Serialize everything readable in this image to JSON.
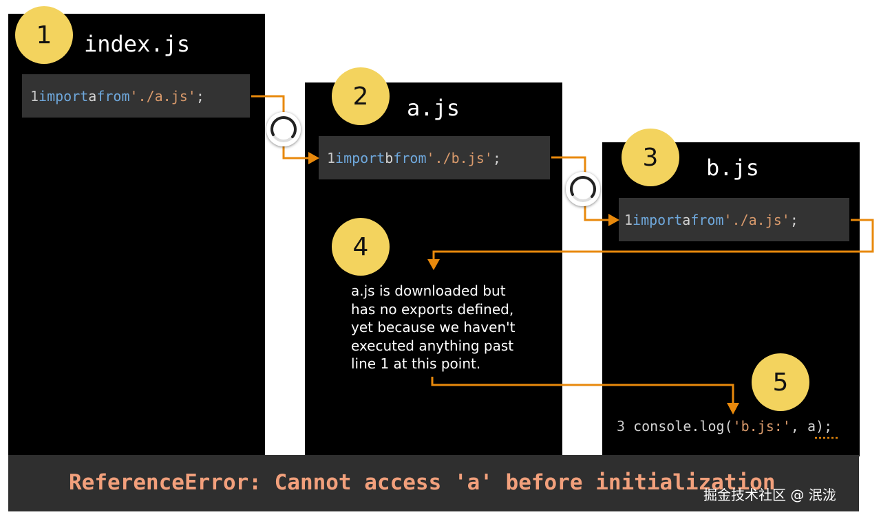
{
  "steps": {
    "s1": "1",
    "s2": "2",
    "s3": "3",
    "s4": "4",
    "s5": "5"
  },
  "files": {
    "index": {
      "title": "index.js",
      "line_no": "1",
      "kw_import": "import",
      "ident": "a",
      "kw_from": "from",
      "path": "'./a.js'",
      "semi": ";"
    },
    "a": {
      "title": "a.js",
      "line_no": "1",
      "kw_import": "import",
      "ident": "b",
      "kw_from": "from",
      "path": "'./b.js'",
      "semi": ";"
    },
    "b": {
      "title": "b.js",
      "line_no": "1",
      "kw_import": "import",
      "ident": "a",
      "kw_from": "from",
      "path": "'./a.js'",
      "semi": ";",
      "line3": {
        "line_no": "3",
        "call": "console.log(",
        "str": "'b.js:'",
        "sep": ", ",
        "arg": "a",
        "end": ");"
      }
    }
  },
  "note": {
    "lines": [
      "a.js is downloaded but",
      "has no exports defined,",
      "yet because we haven't",
      "executed anything past",
      "line 1 at this point."
    ]
  },
  "error": "ReferenceError: Cannot access 'a' before initialization",
  "watermark": "掘金技术社区 @ 泯泷",
  "colors": {
    "badge": "#f3d35e",
    "arrow": "#e8890c",
    "keyword": "#6fa8dc",
    "string": "#d99a6c",
    "error_text": "#f2a07c",
    "panel": "#000000",
    "codebox": "#333333"
  }
}
